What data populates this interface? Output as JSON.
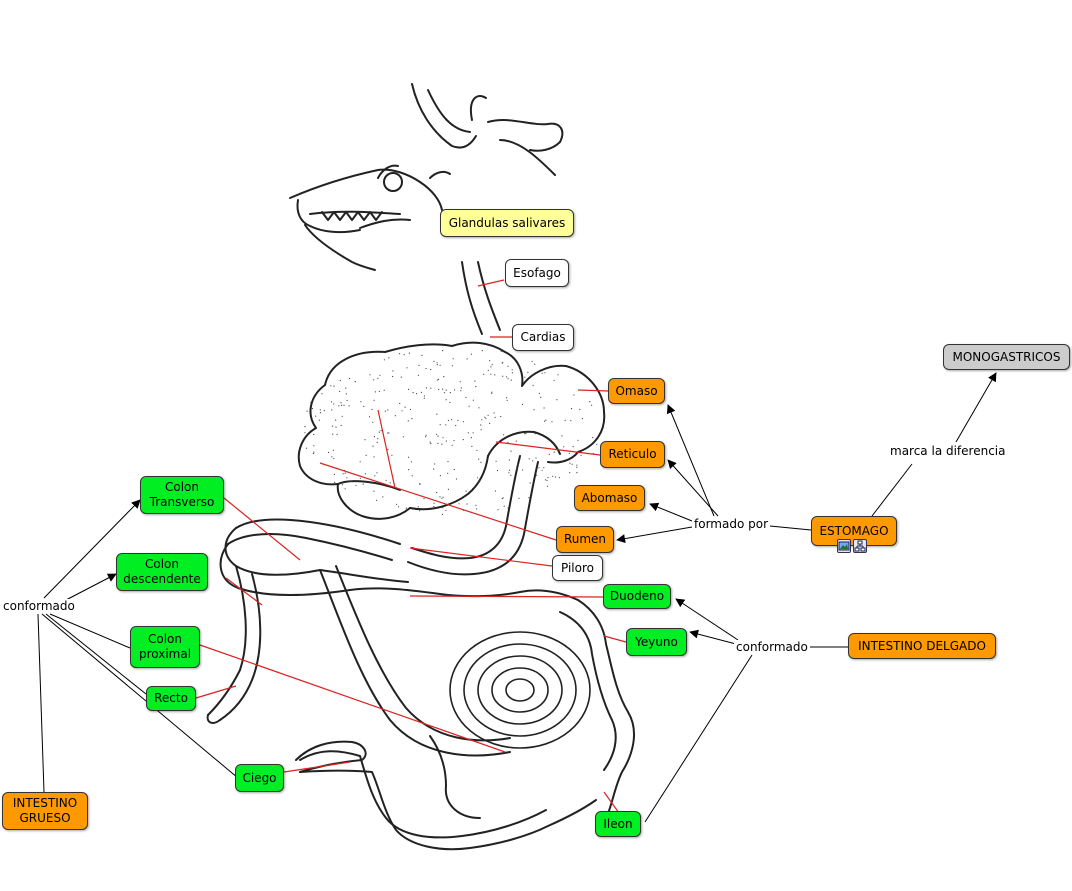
{
  "nodes": {
    "glandulas": "Glandulas salivares",
    "esofago": "Esofago",
    "cardias": "Cardias",
    "omaso": "Omaso",
    "reticulo": "Reticulo",
    "abomaso": "Abomaso",
    "rumen": "Rumen",
    "piloro": "Piloro",
    "duodeno": "Duodeno",
    "yeyuno": "Yeyuno",
    "ileon": "Ileon",
    "estomago": "ESTOMAGO",
    "monogastricos": "MONOGASTRICOS",
    "intestino_delgado": "INTESTINO DELGADO",
    "intestino_grueso": "INTESTINO GRUESO",
    "colon_transverso": "Colon Transverso",
    "colon_descendente": "Colon descendente",
    "colon_proximal": "Colon proximal",
    "recto": "Recto",
    "ciego": "Ciego"
  },
  "phrases": {
    "formado_por": "formado por",
    "marca_diferencia": "marca la diferencia",
    "conformado_delgado": "conformado",
    "conformado_grueso": "conformado"
  },
  "icons": [
    "image-resource-icon",
    "concept-map-link-icon"
  ],
  "colors": {
    "orange": "#ff9900",
    "green": "#00ee22",
    "yellow": "#ffff99",
    "gray": "#cccccc",
    "link": "#000000",
    "pointer": "#dd2222"
  }
}
